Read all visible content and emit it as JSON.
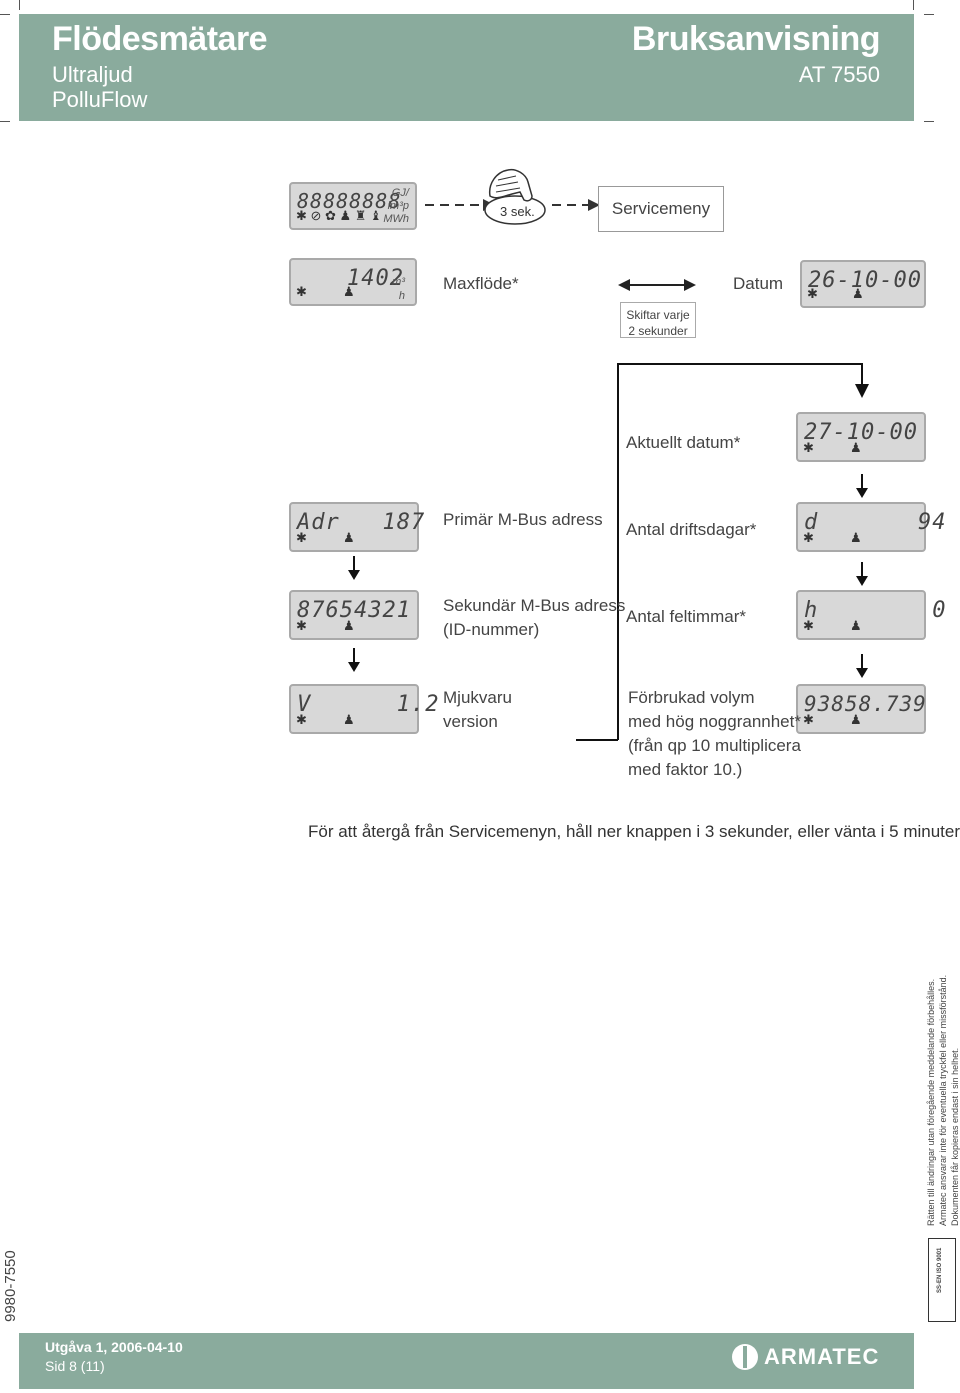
{
  "header": {
    "title": "Flödesmätare",
    "sub1": "Ultraljud",
    "sub2": "PolluFlow",
    "doc_type": "Bruksanvisning",
    "model": "AT 7550"
  },
  "start": {
    "display": "88888888",
    "units": [
      "GJ/",
      "lm³p",
      "MWh"
    ],
    "press_label": "3 sek.",
    "service_menu": "Servicemeny"
  },
  "row_max": {
    "display": "1402",
    "unit_top": "m³",
    "unit_bottom": "h",
    "label": "Maxflöde*",
    "toggle_note_1": "Skiftar varje",
    "toggle_note_2": "2 sekunder",
    "date_label": "Datum",
    "date_display": "26-10-00"
  },
  "left_column": [
    {
      "display": "Adr   187",
      "label_1": "Primär M-Bus adress",
      "label_2": ""
    },
    {
      "display": "87654321",
      "label_1": "Sekundär M-Bus adress",
      "label_2": "(ID-nummer)"
    },
    {
      "display": "V      1.2",
      "label_1": "Mjukvaru",
      "label_2": "version"
    }
  ],
  "right_column": [
    {
      "display": "27-10-00",
      "label_1": "Aktuellt datum*",
      "label_2": "",
      "label_3": "",
      "label_4": ""
    },
    {
      "display": "d       94",
      "label_1": "Antal driftsdagar*",
      "label_2": "",
      "label_3": "",
      "label_4": ""
    },
    {
      "display": "h        0",
      "label_1": "Antal feltimmar*",
      "label_2": "",
      "label_3": "",
      "label_4": ""
    },
    {
      "display": "93858.739",
      "label_1": "Förbrukad volym",
      "label_2": "med hög noggrannhet*",
      "label_3": "(från qp 10 multiplicera",
      "label_4": "med faktor 10.)"
    }
  ],
  "note": "För att återgå från Servicemenyn, håll ner knappen i 3 sekunder, eller vänta i 5 minuter.",
  "side": {
    "doc_number": "9980-7550",
    "legal_1": "Rätten till ändringar utan föregående meddelande förbehålles.",
    "legal_2": "Armatec ansvarar inte för eventuella tryckfel eller missförstånd.",
    "legal_3": "Dokumenten får kopieras endast i sin helhet.",
    "cert": "SS-EN ISO 9001"
  },
  "footer": {
    "edition": "Utgåva 1, 2006-04-10",
    "page": "Sid  8 (11)",
    "brand": "ARMATEC"
  },
  "colors": {
    "header_band": "#8aab9d",
    "lcd_bg": "#d8d8d8"
  }
}
